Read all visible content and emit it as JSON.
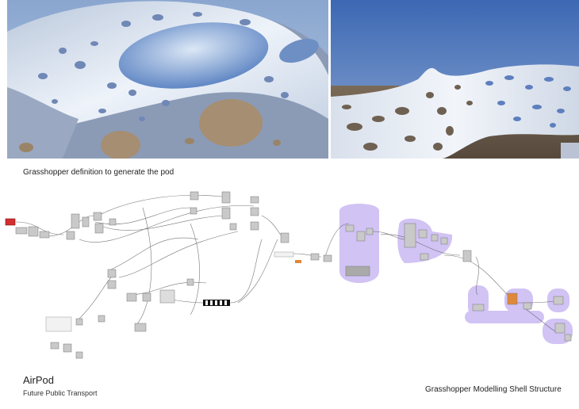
{
  "captions": {
    "definition": "Grasshopper definition to generate the pod",
    "shell": "Grasshopper Modelling Shell Structure"
  },
  "project": {
    "title": "AirPod",
    "subtitle": "Future Public Transport"
  },
  "colors": {
    "sky_blue": "#7fa0cc",
    "shell_white": "#e8eef6",
    "ground_brown": "#6e5e4c",
    "group_purple": "#c9b8f0",
    "component_grey": "#c8c8c8",
    "input_red": "#d32f2f",
    "highlight_orange": "#e0883a"
  }
}
